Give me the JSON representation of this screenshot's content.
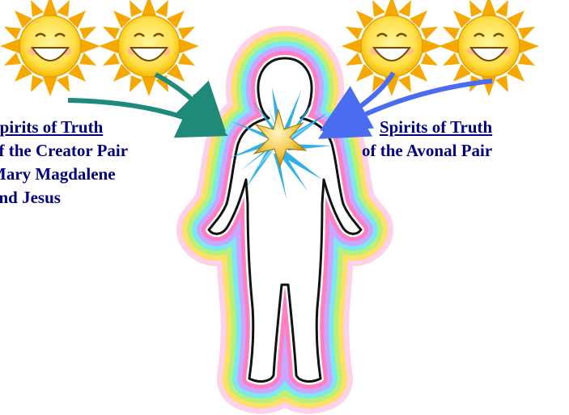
{
  "left_text": {
    "heading": "Spirits of Truth",
    "line1": "of the Creator Pair",
    "line2": "Mary Magdalene",
    "line3": "and Jesus"
  },
  "right_text": {
    "heading": "Spirits of Truth",
    "line1": "of the Avonal Pair"
  },
  "suns": [
    {
      "icon": "smiling-sun-icon"
    },
    {
      "icon": "smiling-sun-icon"
    },
    {
      "icon": "smiling-sun-icon"
    },
    {
      "icon": "smiling-sun-icon"
    }
  ],
  "colors": {
    "text": "#000080",
    "arrow_left": "#1f8a7a",
    "arrow_right": "#4a6cf0",
    "aura": [
      "#ffb3d9",
      "#ffe066",
      "#9ff07a",
      "#7fe0f0",
      "#c9a6ff",
      "#ff7fbf"
    ],
    "star": "#f2c94c",
    "burst": "#1aa8e6"
  }
}
